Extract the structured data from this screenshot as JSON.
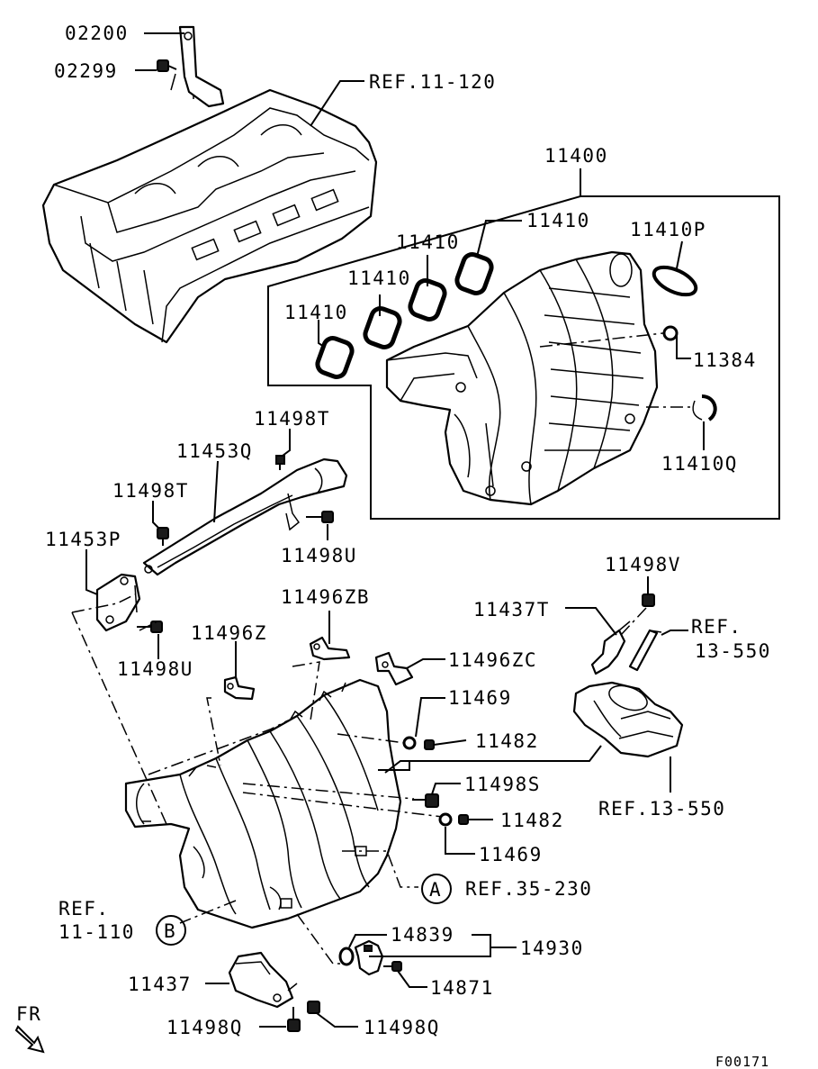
{
  "labels": {
    "p02200": "02200",
    "p02299": "02299",
    "ref11120": "REF.11-120",
    "p11400": "11400",
    "p11410a": "11410",
    "p11410b": "11410",
    "p11410c": "11410",
    "p11410d": "11410",
    "p11410P": "11410P",
    "p11384": "11384",
    "p11410Q": "11410Q",
    "p11498T_top": "11498T",
    "p11453Q": "11453Q",
    "p11498T_left": "11498T",
    "p11453P": "11453P",
    "p11498U_right": "11498U",
    "p11498U_left": "11498U",
    "p11496ZB": "11496ZB",
    "p11496Z": "11496Z",
    "p11496ZC": "11496ZC",
    "p11469_top": "11469",
    "p11482_top": "11482",
    "p11498V": "11498V",
    "p11437T": "11437T",
    "ref13550_a_line1": "REF.",
    "ref13550_a_line2": "13-550",
    "ref13550_b": "REF.13-550",
    "p11498S": "11498S",
    "p11482_bottom": "11482",
    "p11469_bottom": "11469",
    "circleA": "A",
    "ref35230": "REF.35-230",
    "ref11110_line1": "REF.",
    "ref11110_line2": "11-110",
    "circleB": "B",
    "p14839": "14839",
    "p14930": "14930",
    "p11437": "11437",
    "p14871": "14871",
    "p11498Q_left": "11498Q",
    "p11498Q_right": "11498Q",
    "fr": "FR",
    "figure_code": "F00171"
  },
  "icons": {
    "front_arrow": "fr-arrow-icon"
  }
}
